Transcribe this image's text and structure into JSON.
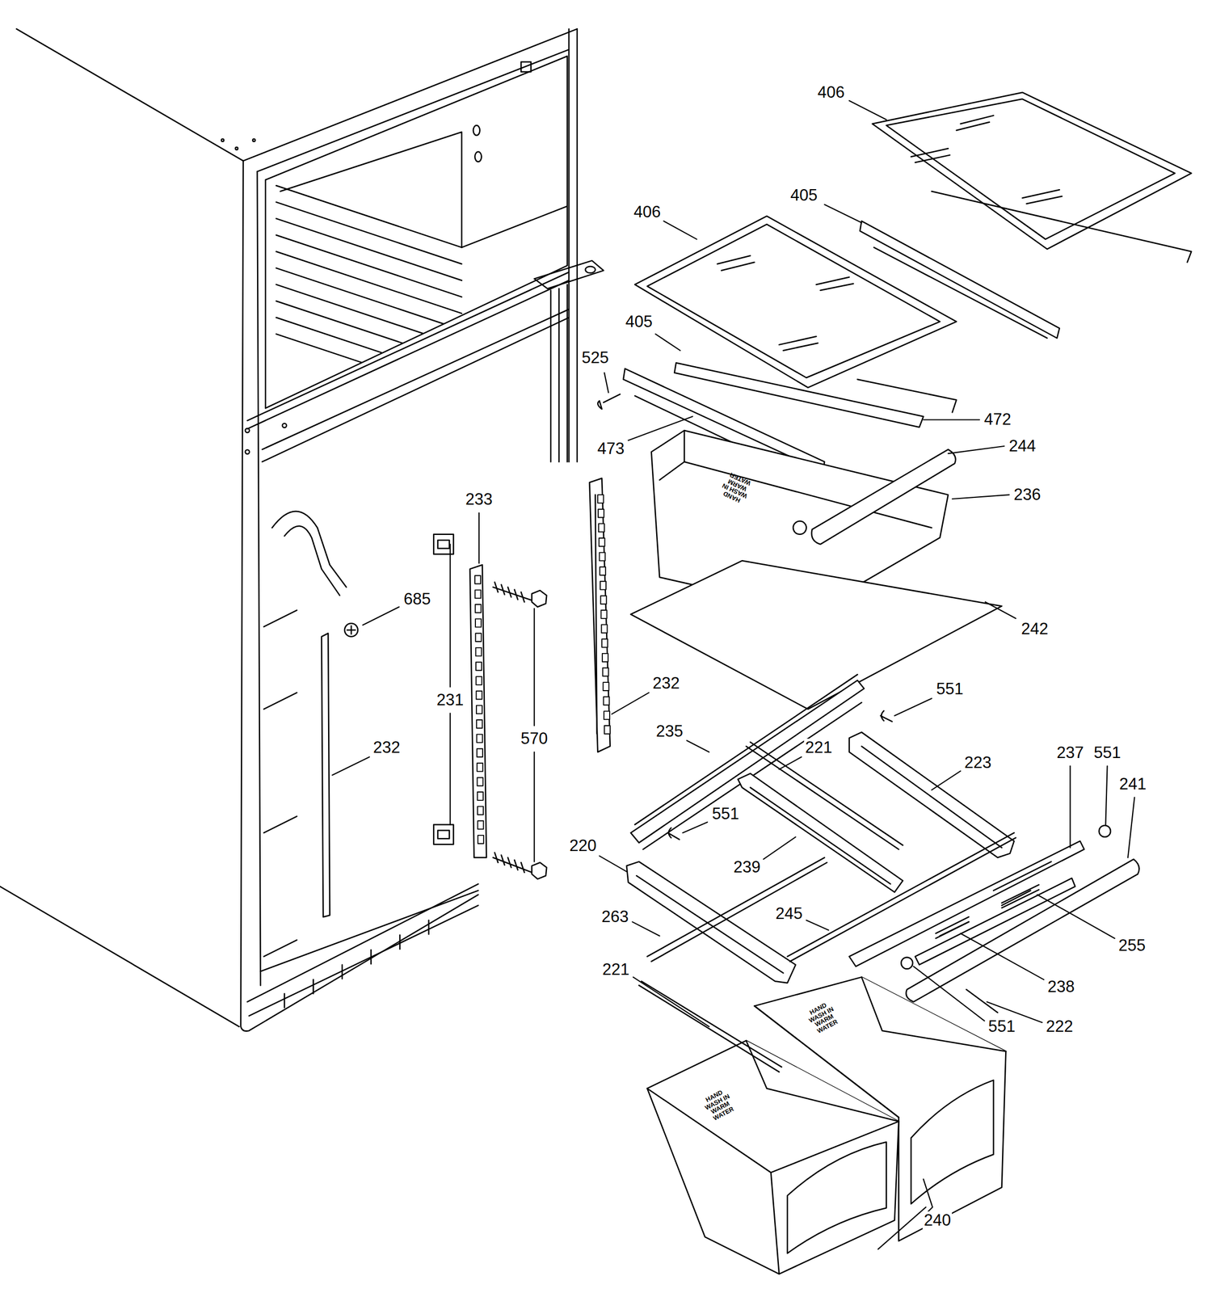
{
  "diagram": {
    "labels": [
      "406",
      "405",
      "406",
      "405",
      "525",
      "472",
      "473",
      "244",
      "233",
      "HAND WASH IN WARM WATER",
      "236",
      "685",
      "242",
      "232",
      "551",
      "231",
      "232",
      "235",
      "570",
      "221",
      "223",
      "237",
      "551",
      "241",
      "551",
      "220",
      "239",
      "263",
      "245",
      "255",
      "238",
      "221",
      "551",
      "222",
      "HAND WASH IN WARM WATER",
      "HAND WASH IN WARM WATER",
      "240"
    ]
  }
}
